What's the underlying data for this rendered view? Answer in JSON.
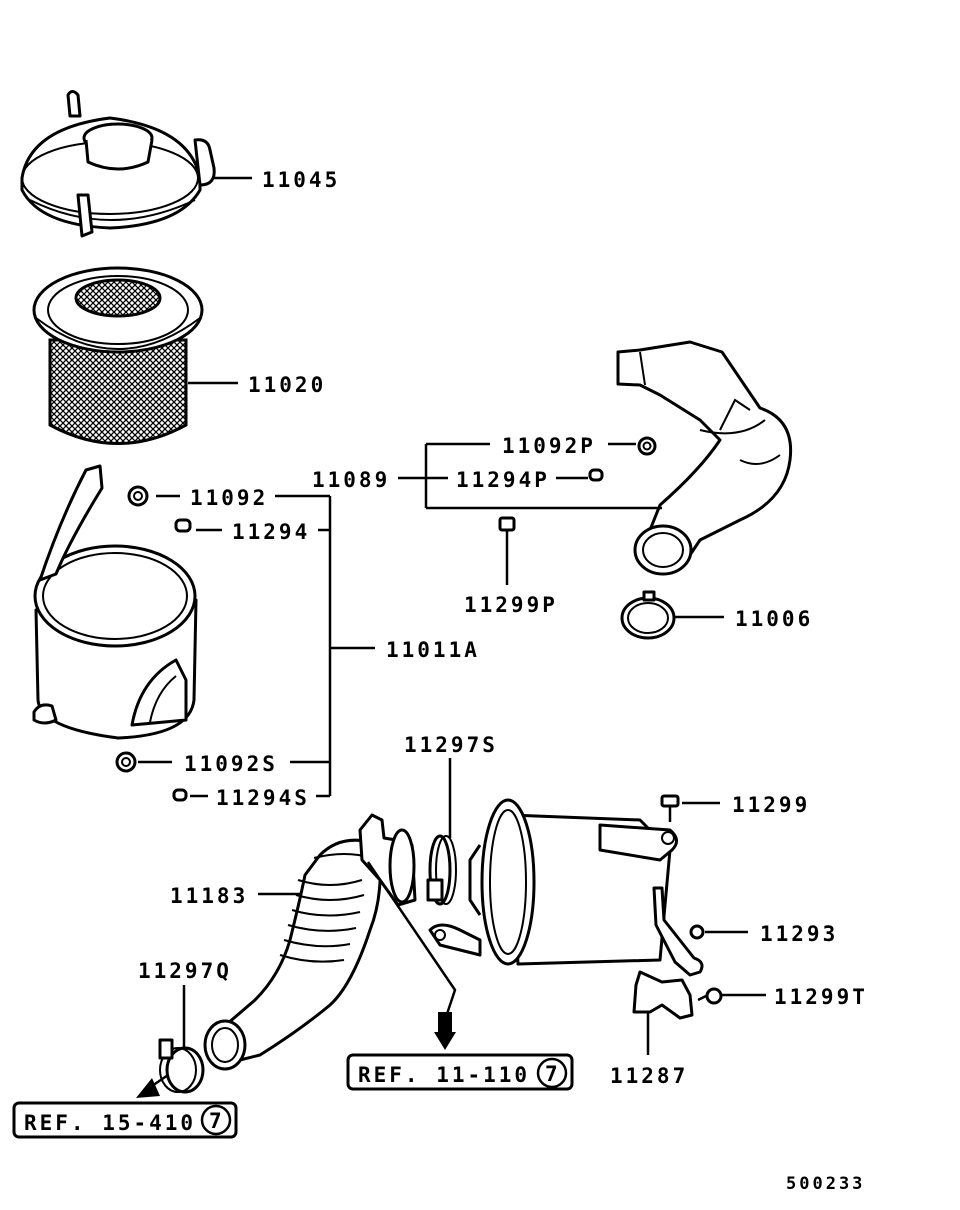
{
  "parts": {
    "p11045": "11045",
    "p11020": "11020",
    "p11092": "11092",
    "p11294": "11294",
    "p11089": "11089",
    "p11092P": "11092P",
    "p11294P": "11294P",
    "p11299P": "11299P",
    "p11006": "11006",
    "p11011A": "11011A",
    "p11092S": "11092S",
    "p11294S": "11294S",
    "p11297S": "11297S",
    "p11299": "11299",
    "p11183": "11183",
    "p11293": "11293",
    "p11297Q": "11297Q",
    "p11299T": "11299T",
    "p11287": "11287"
  },
  "refs": {
    "ref1_text": "REF. 11-110",
    "ref1_num": "7",
    "ref2_text": "REF. 15-410",
    "ref2_num": "7"
  },
  "diagram_id": "500233"
}
